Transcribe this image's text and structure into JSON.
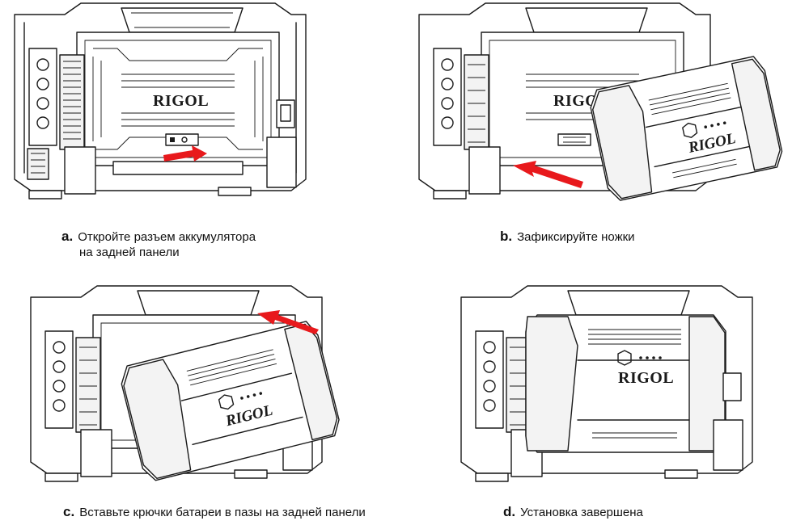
{
  "brand": "RIGOL",
  "accent_color": "#e8191c",
  "steps": [
    {
      "letter": "a.",
      "text": "Откройте разъем аккумулятора",
      "text2": "на задней панели"
    },
    {
      "letter": "b.",
      "text": "Зафиксируйте ножки",
      "text2": ""
    },
    {
      "letter": "c.",
      "text": "Вставьте крючки батареи в пазы на задней панели",
      "text2": ""
    },
    {
      "letter": "d.",
      "text": "Установка завершена",
      "text2": ""
    }
  ],
  "icons": [
    "red-arrow-icon",
    "power-button-icon",
    "battery-led-icon"
  ]
}
